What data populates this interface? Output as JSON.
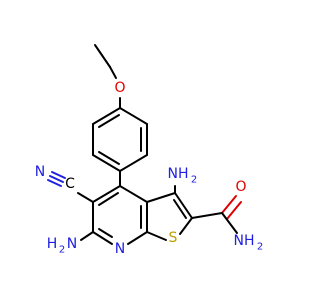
{
  "colors": {
    "carbon": "#000000",
    "nitrogen": "#2020e0",
    "oxygen": "#e00000",
    "sulfur": "#bba000",
    "background": "#ffffff"
  },
  "atoms": {
    "o_ether": "O",
    "c_nitrile": "C",
    "n_nitrile": "N",
    "nh2_top": "NH",
    "nh2_top_sub": "2",
    "nh2_left": "H",
    "nh2_left_sub": "2",
    "nh2_left_n": "N",
    "n_ring": "N",
    "s_ring": "S",
    "o_carbonyl": "O",
    "nh2_amide": "NH",
    "nh2_amide_sub": "2"
  }
}
